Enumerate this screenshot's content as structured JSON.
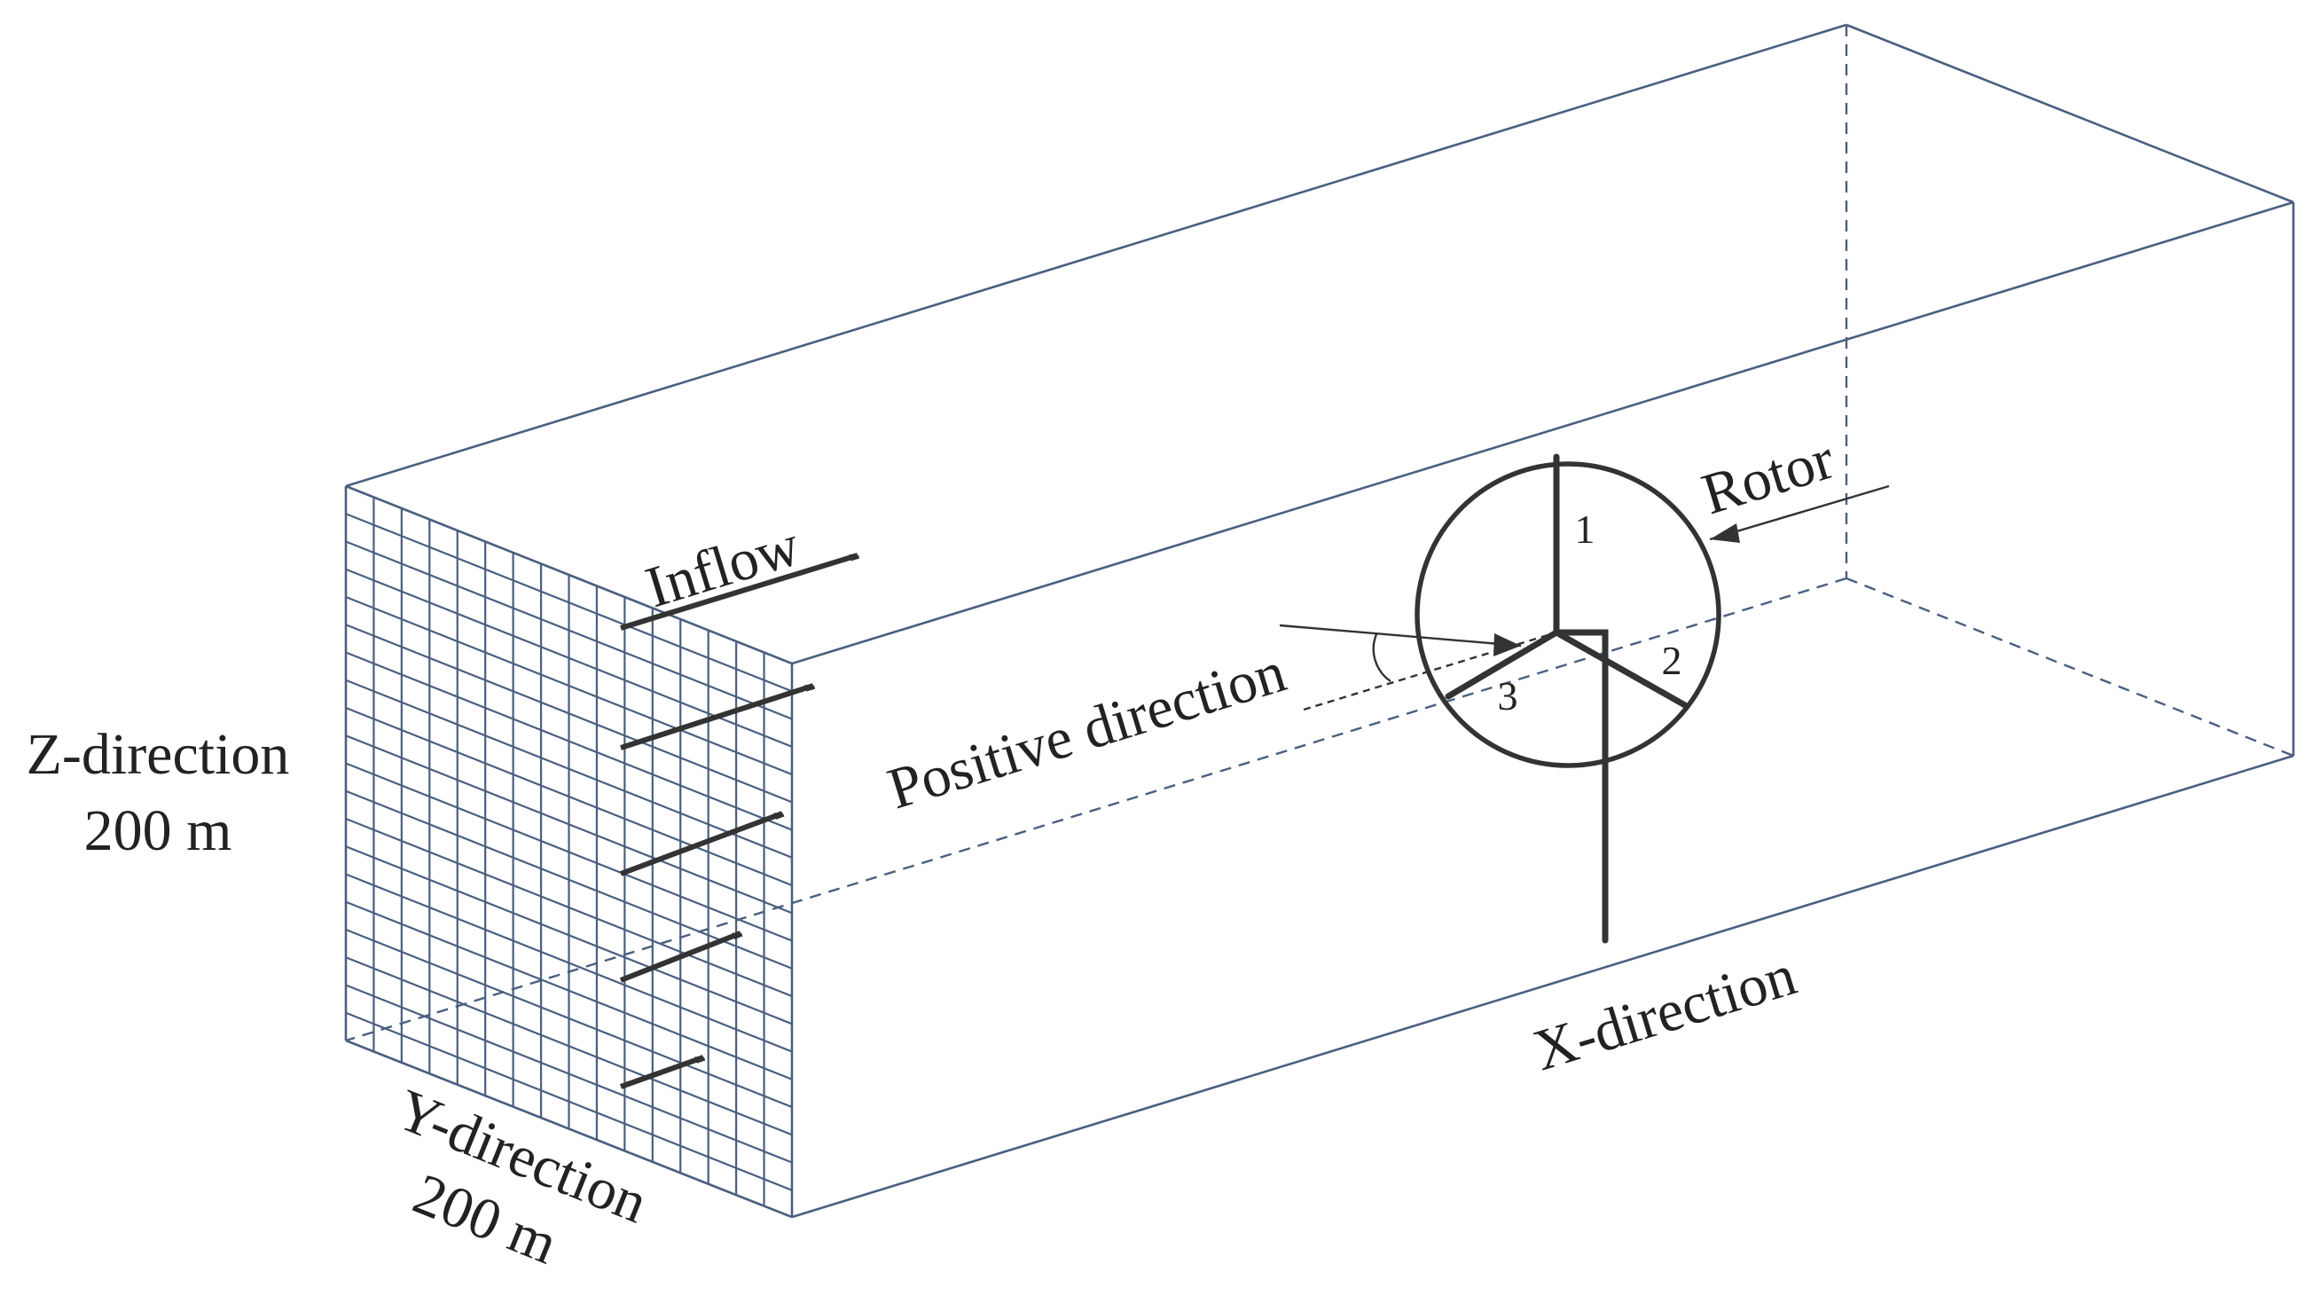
{
  "labels": {
    "inflow": "Inflow",
    "rotor": "Rotor",
    "positive_direction": "Positive direction",
    "x_direction": "X-direction",
    "y_direction": "Y-direction",
    "y_size": "200 m",
    "z_direction": "Z-direction",
    "z_size": "200 m"
  },
  "blades": [
    "1",
    "2",
    "3"
  ],
  "colors": {
    "domain_edges": "#4a5f80",
    "turbine": "#333333",
    "text": "#222222"
  },
  "inlet_grid": {
    "columns": 16,
    "rows": 20
  }
}
